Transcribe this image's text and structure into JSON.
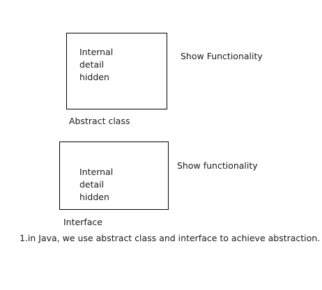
{
  "abstract_section": {
    "box_lines": [
      "Internal",
      "detail",
      "hidden"
    ],
    "caption": "Abstract class",
    "side_label": "Show Functionality"
  },
  "interface_section": {
    "box_lines": [
      "Internal",
      "detail",
      "hidden"
    ],
    "caption": "Interface",
    "side_label": "Show functionality"
  },
  "footnote": "1.in Java, we use abstract class and interface to achieve abstraction.",
  "colors": {
    "border": "#000000",
    "text": "#1a1a1a",
    "background": "#ffffff"
  }
}
